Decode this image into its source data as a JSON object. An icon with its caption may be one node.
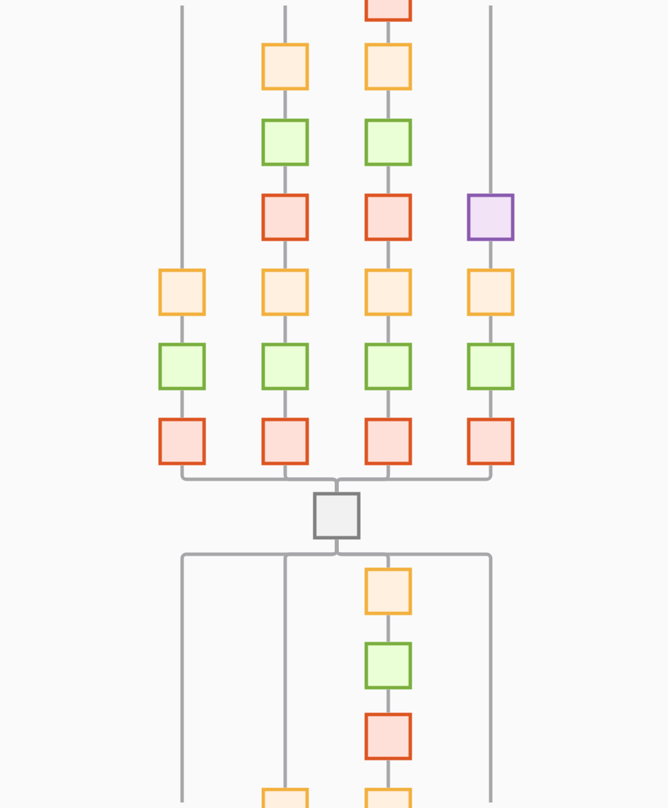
{
  "diagram": {
    "nodes": [
      {
        "text": [],
        "shape": "box"
      },
      {
        "text": [],
        "shape": "box"
      },
      {
        "text": [],
        "shape": "box"
      },
      {
        "text": [],
        "shape": "box"
      },
      {
        "text": [],
        "shape": "box"
      },
      {
        "text": [],
        "shape": "box"
      },
      {
        "text": [],
        "shape": "box"
      },
      {
        "text": [],
        "shape": "box"
      },
      {
        "text": [],
        "shape": "box"
      },
      {
        "text": [],
        "shape": "box"
      },
      {
        "text": [],
        "shape": "box"
      },
      {
        "text": [],
        "shape": "box"
      },
      {
        "text": [],
        "shape": "box"
      },
      {
        "text": [],
        "shape": "box"
      },
      {
        "text": [],
        "shape": "box"
      },
      {
        "text": [],
        "shape": "box"
      },
      {
        "text": [],
        "shape": "box"
      },
      {
        "text": [],
        "shape": "box"
      },
      {
        "text": [],
        "shape": "box"
      },
      {
        "text": [],
        "shape": "box"
      },
      {
        "text": [],
        "shape": "box"
      },
      {
        "text": [],
        "shape": "box"
      },
      {
        "text": [],
        "shape": "box"
      },
      {
        "text": [],
        "shape": "box"
      },
      {
        "text": [],
        "shape": "box"
      },
      {
        "text": [],
        "shape": "box"
      }
    ],
    "edges": [
      {
        "from": null,
        "to": 8,
        "arrow": "none"
      },
      {
        "from": null,
        "to": 1,
        "arrow": "none"
      },
      {
        "from": 0,
        "to": 2,
        "arrow": "none"
      },
      {
        "from": null,
        "to": 7,
        "arrow": "none"
      },
      {
        "from": 1,
        "to": 3,
        "arrow": "none"
      },
      {
        "from": 3,
        "to": 5,
        "arrow": "none"
      },
      {
        "from": 5,
        "to": 9,
        "arrow": "none"
      },
      {
        "from": 9,
        "to": 13,
        "arrow": "none"
      },
      {
        "from": 13,
        "to": 17,
        "arrow": "none"
      },
      {
        "from": 2,
        "to": 4,
        "arrow": "none"
      },
      {
        "from": 4,
        "to": 6,
        "arrow": "none"
      },
      {
        "from": 6,
        "to": 10,
        "arrow": "none"
      },
      {
        "from": 10,
        "to": 14,
        "arrow": "none"
      },
      {
        "from": 14,
        "to": 18,
        "arrow": "none"
      },
      {
        "from": 8,
        "to": 12,
        "arrow": "none"
      },
      {
        "from": 12,
        "to": 16,
        "arrow": "none"
      },
      {
        "from": 7,
        "to": 11,
        "arrow": "none"
      },
      {
        "from": 11,
        "to": 15,
        "arrow": "none"
      },
      {
        "from": 15,
        "to": 19,
        "arrow": "none"
      },
      {
        "from": 16,
        "to": 20,
        "arrow": "none"
      },
      {
        "from": 17,
        "to": 20,
        "arrow": "none"
      },
      {
        "from": 18,
        "to": 20,
        "arrow": "none"
      },
      {
        "from": 19,
        "to": 20,
        "arrow": "none"
      },
      {
        "from": 20,
        "to": null,
        "arrow": "none"
      },
      {
        "from": 20,
        "to": 24,
        "arrow": "none"
      },
      {
        "from": 20,
        "to": 21,
        "arrow": "none"
      },
      {
        "from": 20,
        "to": null,
        "arrow": "none"
      },
      {
        "from": 21,
        "to": 22,
        "arrow": "none"
      },
      {
        "from": 22,
        "to": 23,
        "arrow": "none"
      },
      {
        "from": 23,
        "to": 25,
        "arrow": "none"
      }
    ]
  }
}
